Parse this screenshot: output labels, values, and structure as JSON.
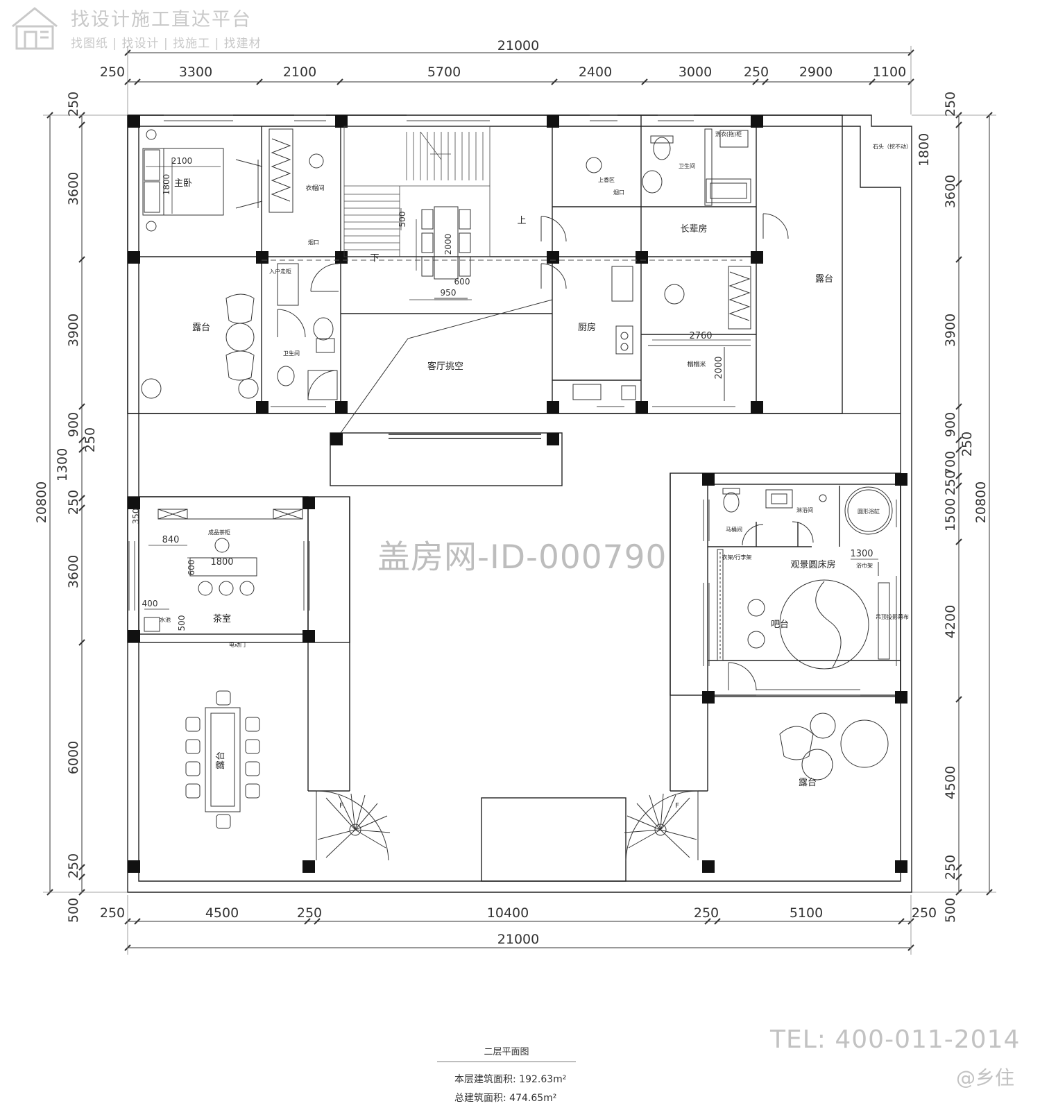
{
  "watermark": {
    "platform_title": "找设计施工直达平台",
    "platform_sub": "找图纸 | 找设计 | 找施工 | 找建材",
    "id_text": "盖房网-ID-000790",
    "tel": "TEL: 400-011-2014",
    "brand": "@乡住"
  },
  "dims": {
    "top_total": "21000",
    "top": [
      "250",
      "3300",
      "2100",
      "5700",
      "2400",
      "3000",
      "250",
      "2900",
      "1100"
    ],
    "bottom_total": "21000",
    "bottom": [
      "250",
      "4500",
      "250",
      "10400",
      "250",
      "5100",
      "250"
    ],
    "left_total": "20800",
    "left": [
      "250",
      "3600",
      "3900",
      "900",
      "250",
      "1300",
      "250",
      "3600",
      "6000",
      "250",
      "500"
    ],
    "right_total": "20800",
    "right": [
      "250",
      "1800",
      "3600",
      "3900",
      "900",
      "250",
      "700",
      "250",
      "1500",
      "4200",
      "4500",
      "250",
      "500"
    ]
  },
  "inner_dims": {
    "bed_w": "2100",
    "bed_h": "1800",
    "table_h": "2000",
    "stair_w": "500",
    "table_ref": "600",
    "table_w": "950",
    "study_w": "2760",
    "study_h": "2000",
    "tea_w": "840",
    "tea_table": "1800",
    "tea_h": "600",
    "tea_small": "400",
    "tea_side": "350",
    "tea_side2": "500",
    "bath_w": "1300"
  },
  "rooms": {
    "master": "主卧",
    "closet": "衣帽间",
    "terrace_left": "露台",
    "entry_cabinet": "入户走柜",
    "bath_left": "卫生间",
    "void": "客厅挑空",
    "kitchen": "厨房",
    "study": "榻榻米",
    "elder": "长辈房",
    "incense": "上香区",
    "bath_top": "卫生间",
    "terrace_right": "露台",
    "stone": "石头（挖不动）",
    "tea_cabinet": "成品茶柜",
    "tea": "茶室",
    "sink": "水池",
    "auto_door": "电动门",
    "terrace_dining": "露台",
    "toilet_room": "马桶间",
    "shower": "淋浴间",
    "tub": "圆形浴缸",
    "wardrobe": "衣架/行李架",
    "towel": "浴巾架",
    "round_bedroom": "观景圆床房",
    "bar": "吧台",
    "tv_cabinet": "吊顶投影幕布",
    "terrace_round": "露台",
    "up_label": "上",
    "down_label": "下",
    "down_f": "F",
    "vent": "烟口",
    "vent2": "烟口",
    "wash": "洗衣(拖)柜"
  },
  "footer": {
    "title": "二层平面图",
    "floor_area_label": "本层建筑面积:",
    "floor_area": "192.63m²",
    "total_area_label": "总建筑面积:",
    "total_area": "474.65m²"
  }
}
